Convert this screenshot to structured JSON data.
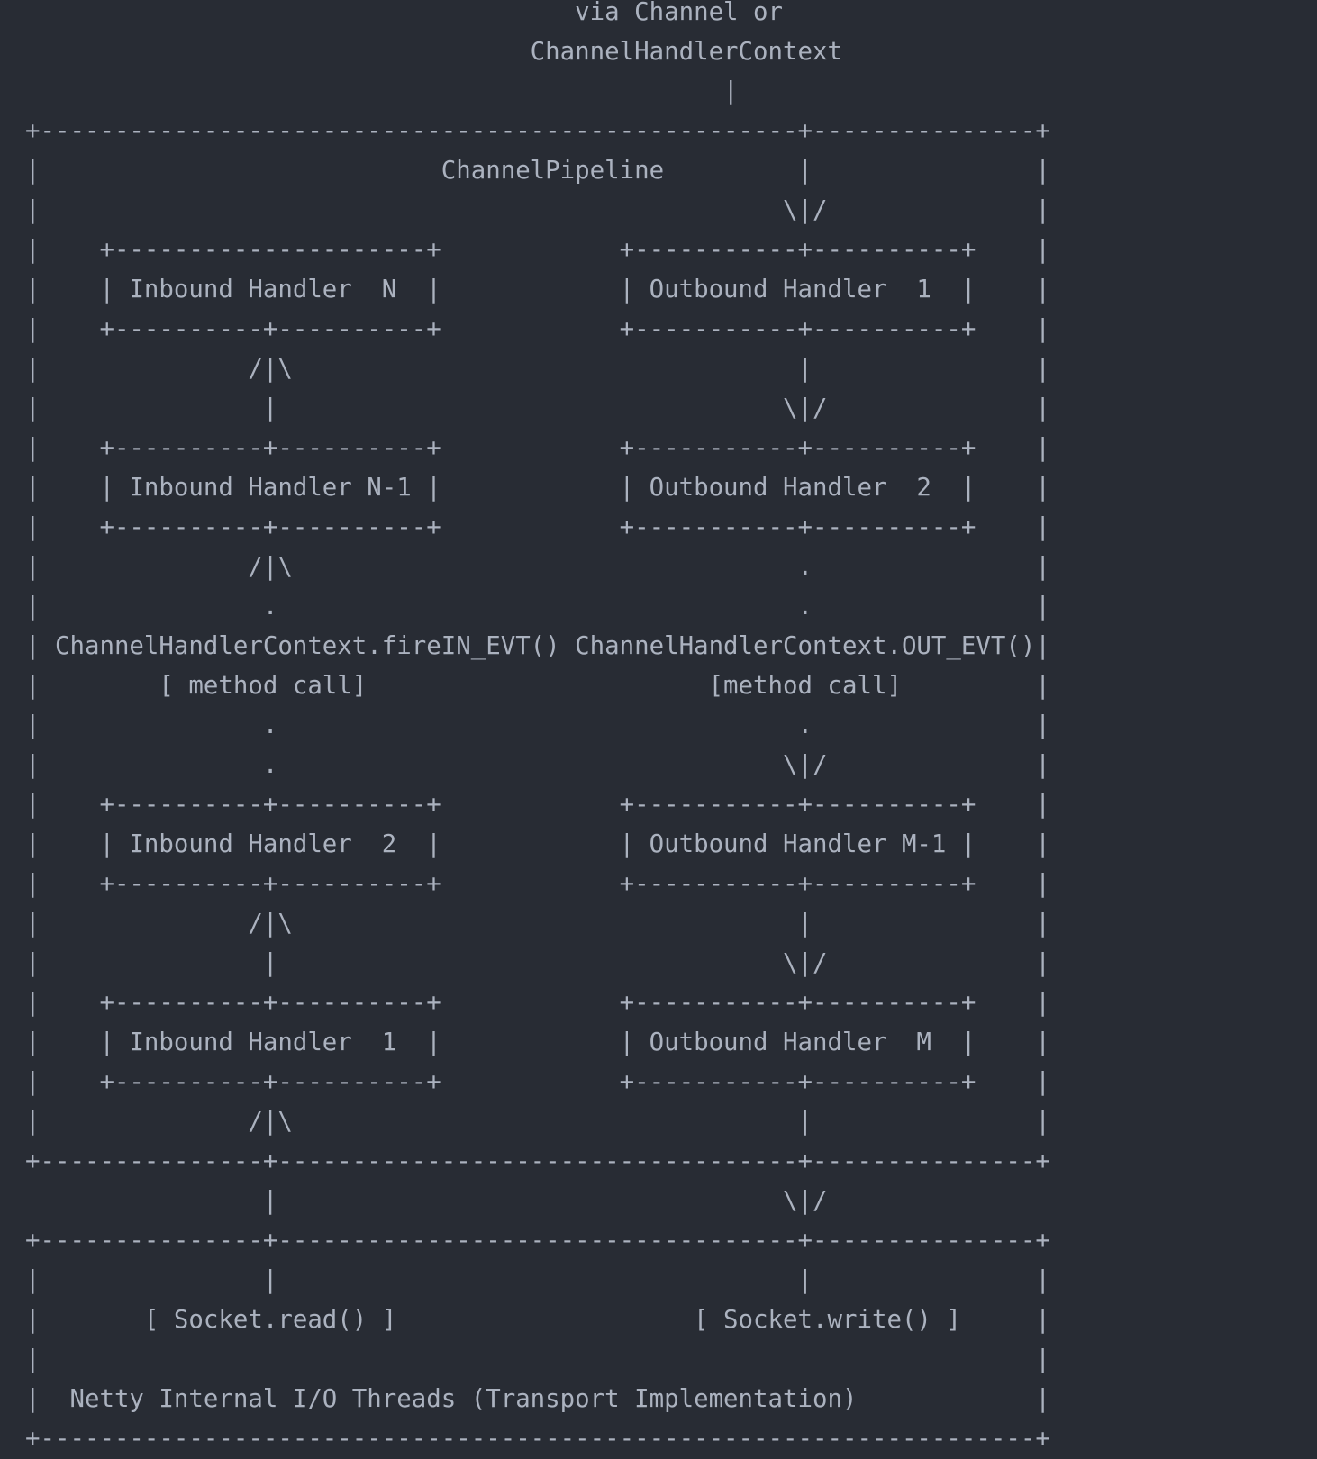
{
  "diagram": {
    "lines": [
      "                                     via Channel or",
      "                                  ChannelHandlerContext",
      "                                               |",
      "+---------------------------------------------------+---------------+",
      "|                           ChannelPipeline         |               |",
      "|                                                  \\|/              |",
      "|    +---------------------+            +-----------+----------+    |",
      "|    | Inbound Handler  N  |            | Outbound Handler  1  |    |",
      "|    +----------+----------+            +-----------+----------+    |",
      "|              /|\\                                  |               |",
      "|               |                                  \\|/              |",
      "|    +----------+----------+            +-----------+----------+    |",
      "|    | Inbound Handler N-1 |            | Outbound Handler  2  |    |",
      "|    +----------+----------+            +-----------+----------+    |",
      "|              /|\\                                  .               |",
      "|               .                                   .               |",
      "| ChannelHandlerContext.fireIN_EVT() ChannelHandlerContext.OUT_EVT()|",
      "|        [ method call]                       [method call]         |",
      "|               .                                   .               |",
      "|               .                                  \\|/              |",
      "|    +----------+----------+            +-----------+----------+    |",
      "|    | Inbound Handler  2  |            | Outbound Handler M-1 |    |",
      "|    +----------+----------+            +-----------+----------+    |",
      "|              /|\\                                  |               |",
      "|               |                                  \\|/              |",
      "|    +----------+----------+            +-----------+----------+    |",
      "|    | Inbound Handler  1  |            | Outbound Handler  M  |    |",
      "|    +----------+----------+            +-----------+----------+    |",
      "|              /|\\                                  |               |",
      "+---------------+-----------------------------------+---------------+",
      "                |                                  \\|/",
      "+---------------+-----------------------------------+---------------+",
      "|               |                                   |               |",
      "|       [ Socket.read() ]                    [ Socket.write() ]     |",
      "|                                                                   |",
      "|  Netty Internal I/O Threads (Transport Implementation)            |",
      "+-------------------------------------------------------------------+"
    ]
  }
}
